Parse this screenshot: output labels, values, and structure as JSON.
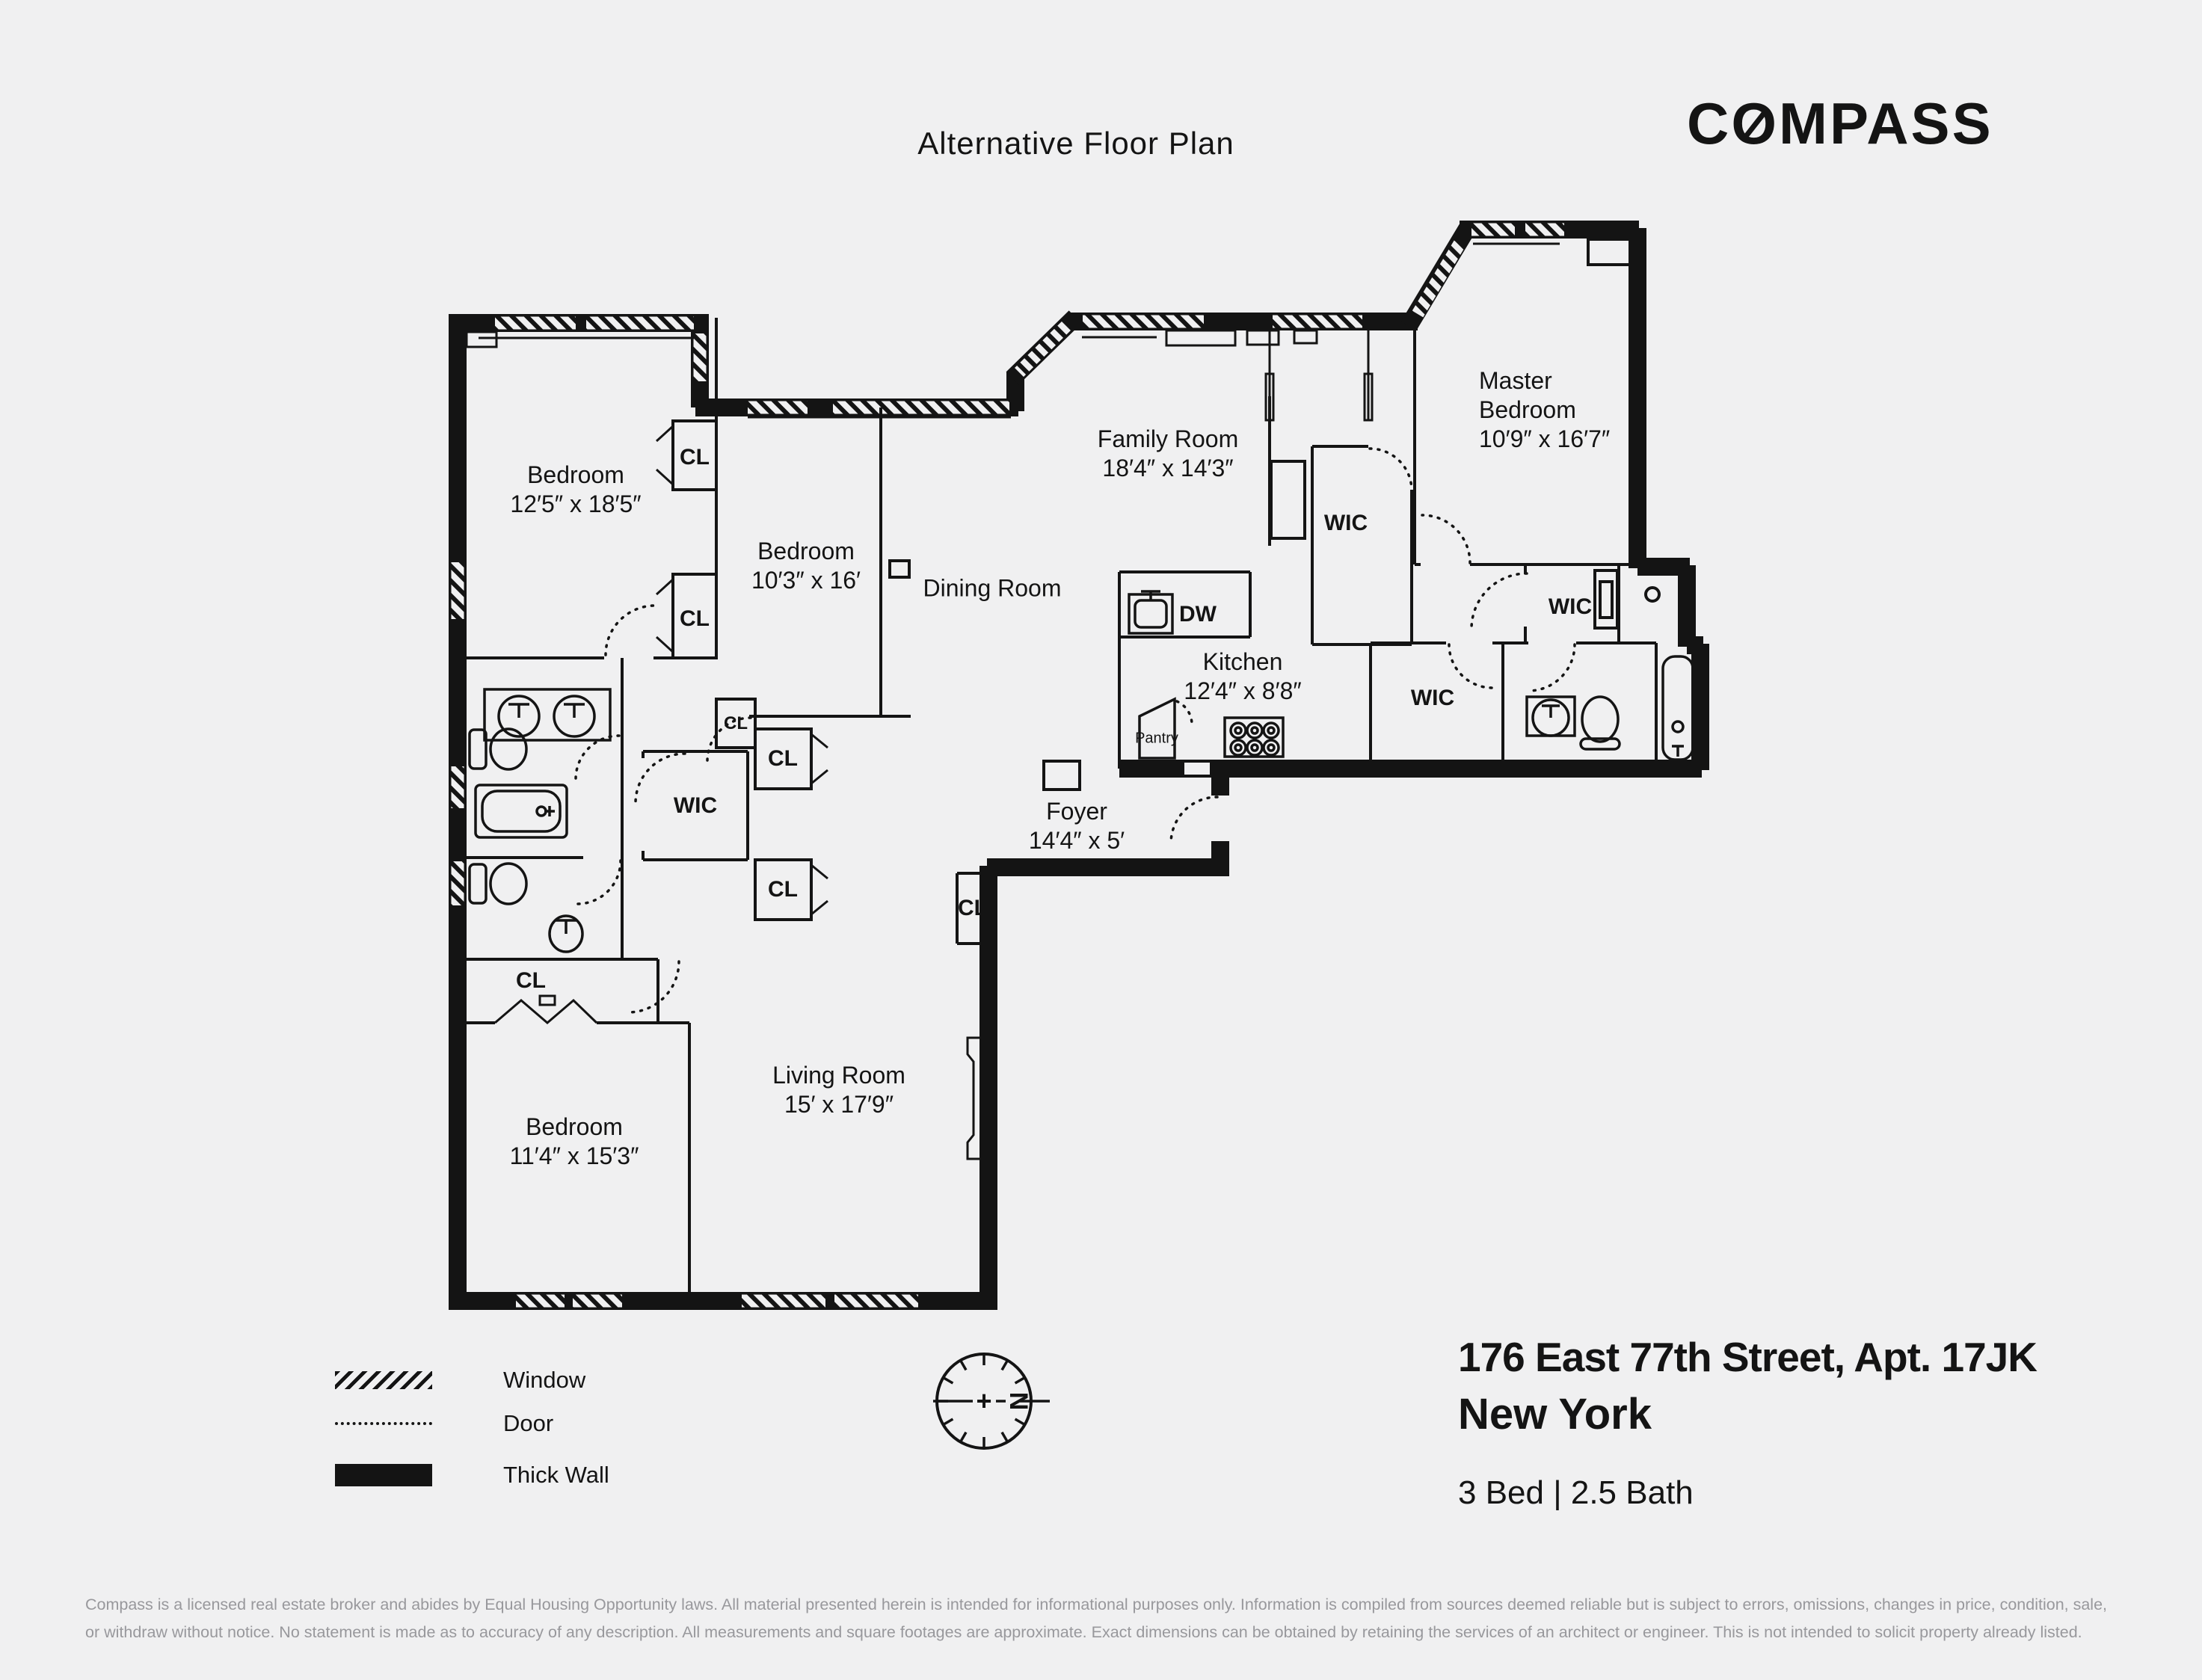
{
  "header": {
    "title": "Alternative Floor Plan"
  },
  "logo": {
    "pre": "C",
    "o": "O",
    "post": "MPASS"
  },
  "rooms": {
    "bedroom1": {
      "name": "Bedroom",
      "dims": "12′5″ x 18′5″"
    },
    "bedroom2": {
      "name": "Bedroom",
      "dims": "10′3″ x 16′"
    },
    "bedroom3": {
      "name": "Bedroom",
      "dims": "11′4″ x 15′3″"
    },
    "master": {
      "name": "Master\nBedroom",
      "dims": "10′9″ x 16′7″"
    },
    "family": {
      "name": "Family Room",
      "dims": "18′4″ x 14′3″"
    },
    "living": {
      "name": "Living Room",
      "dims": "15′ x 17′9″"
    },
    "kitchen": {
      "name": "Kitchen",
      "dims": "12′4″ x 8′8″"
    },
    "dining": {
      "name": "Dining Room"
    },
    "foyer": {
      "name": "Foyer",
      "dims": "14′4″ x 5′"
    }
  },
  "small_labels": {
    "wic": "WIC",
    "cl": "CL",
    "dw": "DW",
    "pantry": "Pantry"
  },
  "legend": {
    "window": "Window",
    "door": "Door",
    "thick_wall": "Thick Wall"
  },
  "compass_rose": {
    "north": "N",
    "plus": "+"
  },
  "address": {
    "line1": "176 East 77th Street, Apt. 17JK",
    "city": "New York",
    "specs": "3 Bed | 2.5 Bath"
  },
  "disclaimer": {
    "line1": "Compass is a licensed real estate broker and abides by Equal Housing Opportunity laws. All material presented herein is intended for informational purposes only. Information is compiled from sources deemed reliable but is subject to errors, omissions, changes in price, condition, sale,",
    "line2": "or withdraw without notice. No statement is made as to accuracy of any description. All measurements and square footages are approximate. Exact dimensions can be obtained by retaining the services of an architect or engineer. This is not intended to solicit property already listed."
  },
  "colors": {
    "ink": "#141414",
    "background": "#f0f0f1",
    "muted_text": "#98989c"
  }
}
